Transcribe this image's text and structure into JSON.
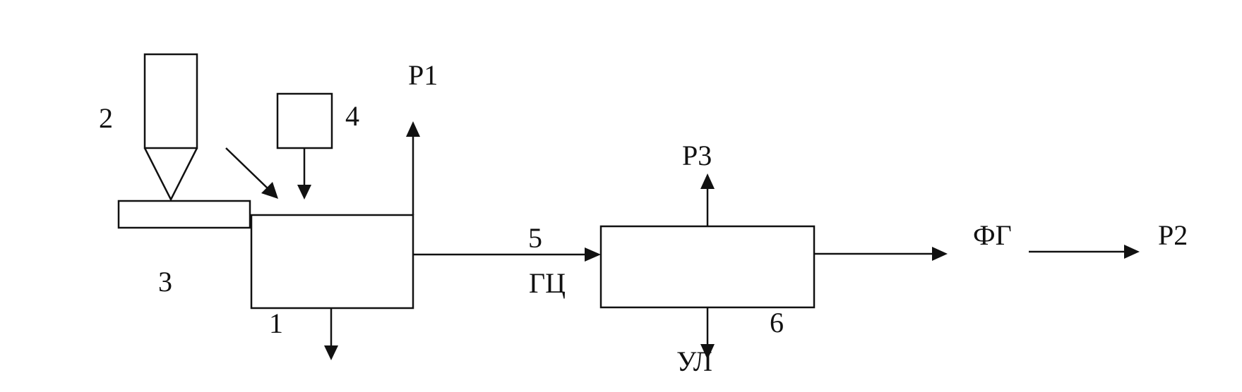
{
  "labels": {
    "unit_1": "1",
    "unit_2": "2",
    "unit_3": "3",
    "unit_4": "4",
    "unit_5": "5",
    "unit_6": "6",
    "p1": "P1",
    "p2": "P2",
    "p3": "P3",
    "gc": "ГЦ",
    "fg": "ФГ",
    "ul": "УЛ"
  }
}
